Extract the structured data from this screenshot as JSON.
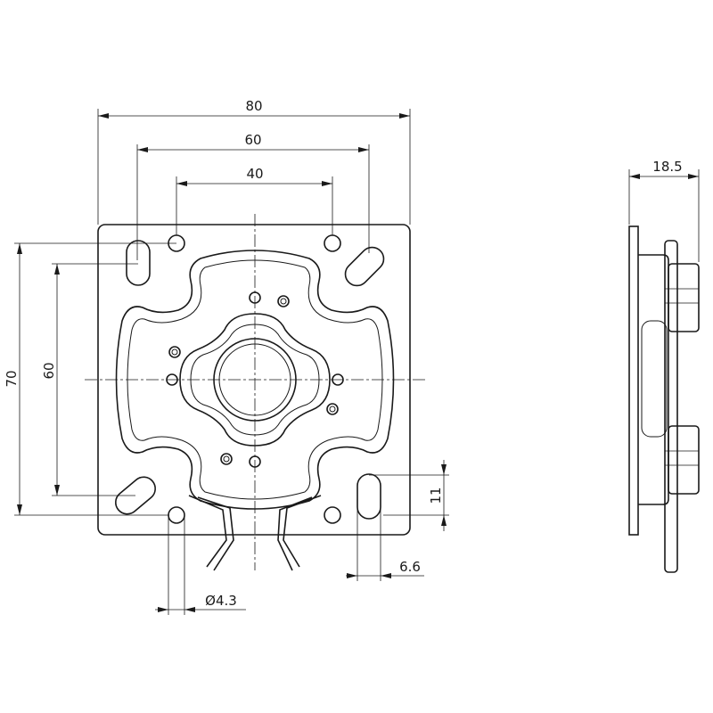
{
  "dimensions": {
    "width_80": "80",
    "width_60": "60",
    "width_40": "40",
    "height_70": "70",
    "height_60": "60",
    "offset_11": "11",
    "slot_6_6": "6.6",
    "hole_dia": "Ø4.3",
    "depth_18_5": "18.5"
  }
}
